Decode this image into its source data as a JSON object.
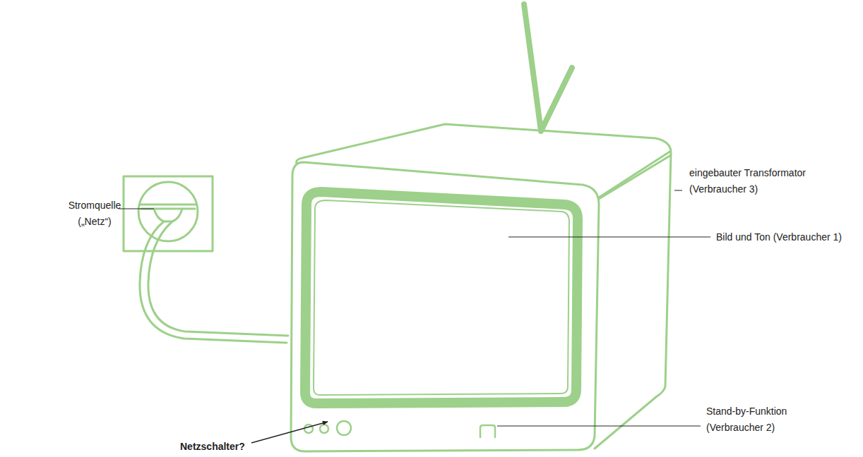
{
  "diagram": {
    "labels": [
      "Stromquelle („Netz“)",
      "eingebauter Transformator (Verbraucher 3)",
      "Bild und Ton (Verbraucher 1)",
      "Netzschalter?",
      "Stand-by-Funktion (Verbraucher 2)"
    ]
  }
}
